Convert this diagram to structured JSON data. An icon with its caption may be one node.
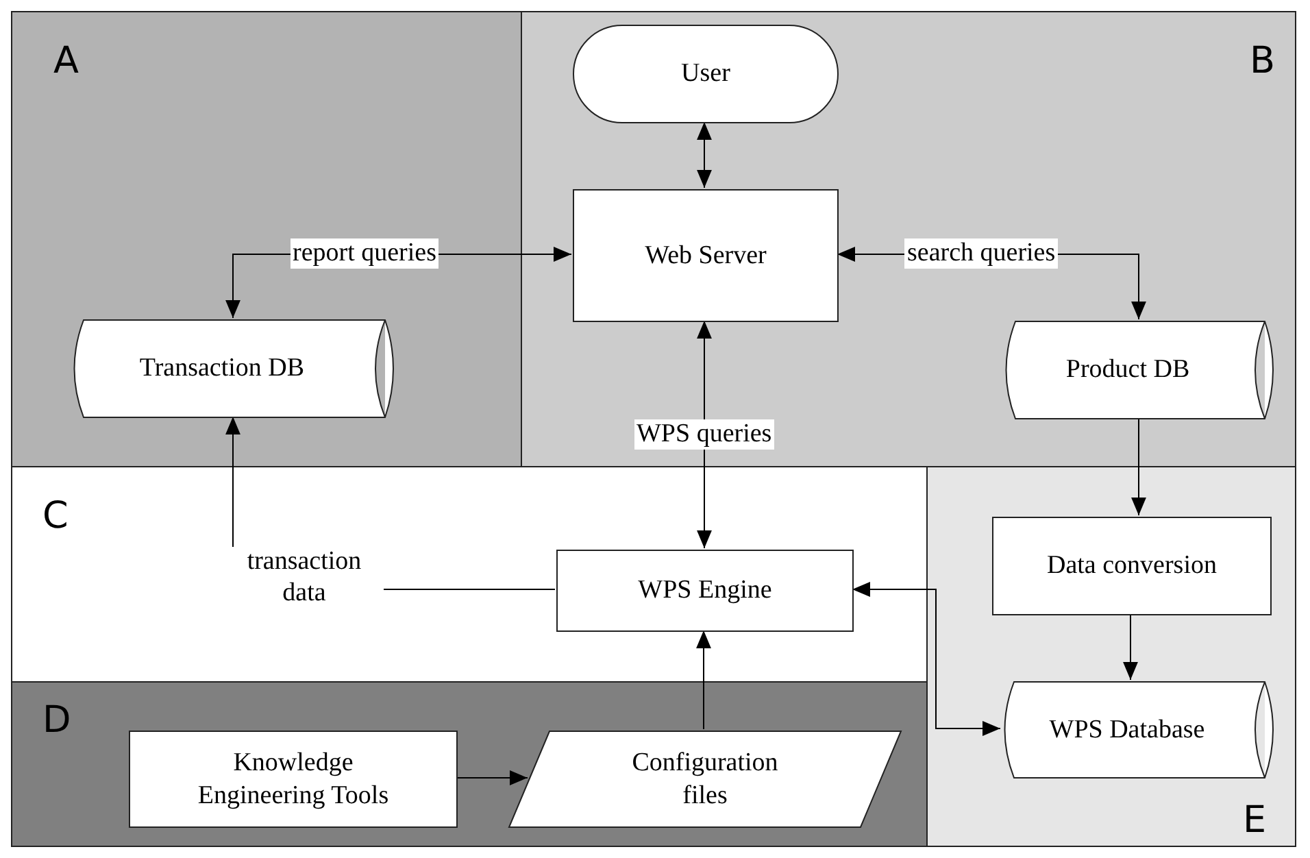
{
  "diagram": {
    "nodes": [
      {
        "text": [
          "A"
        ]
      },
      {
        "text": [
          "Transaction DB"
        ],
        "in": 0
      },
      {
        "text": [
          "B"
        ]
      },
      {
        "text": [
          "User"
        ],
        "in": 2
      },
      {
        "text": [
          "Web Server"
        ],
        "in": 2
      },
      {
        "text": [
          "Product DB"
        ],
        "in": 2
      },
      {
        "text": [
          "C"
        ]
      },
      {
        "text": [
          "WPS Engine"
        ],
        "in": 6
      },
      {
        "text": [
          "D"
        ]
      },
      {
        "text": [
          "Knowledge Engineering Tools"
        ],
        "in": 8
      },
      {
        "text": [
          "Configuration files"
        ],
        "in": 8
      },
      {
        "text": [
          "E"
        ]
      },
      {
        "text": [
          "Data conversion"
        ],
        "in": 11
      },
      {
        "text": [
          "WPS Database"
        ],
        "in": 11
      }
    ],
    "edges": [
      {
        "from": 3,
        "to": 4,
        "arrow": "both"
      },
      {
        "from": 1,
        "to": 4,
        "arrow": "both",
        "label": "report queries"
      },
      {
        "from": 4,
        "to": 5,
        "arrow": "both",
        "label": "search queries"
      },
      {
        "from": 4,
        "to": 7,
        "arrow": "both",
        "label": "WPS queries"
      },
      {
        "from": 7,
        "to": 1,
        "arrow": "to",
        "label": "transaction data"
      },
      {
        "from": 5,
        "to": 12,
        "arrow": "to"
      },
      {
        "from": 12,
        "to": 13,
        "arrow": "to"
      },
      {
        "from": 7,
        "to": 13,
        "arrow": "both"
      },
      {
        "from": 10,
        "to": 7,
        "arrow": "to"
      },
      {
        "from": 9,
        "to": 10,
        "arrow": "to"
      }
    ]
  }
}
